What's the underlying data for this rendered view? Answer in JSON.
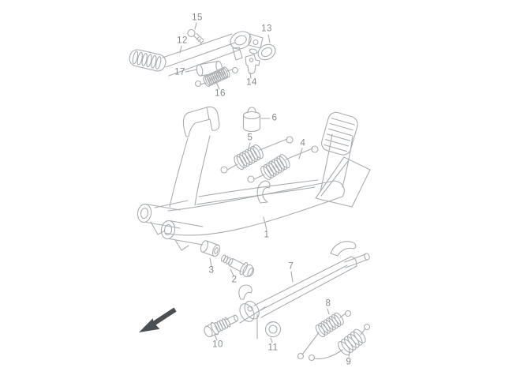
{
  "figure": {
    "colors": {
      "background": "#ffffff",
      "line": "#a9adb0",
      "label": "#85898c",
      "arrow": "#4b4f52"
    }
  },
  "callouts": [
    {
      "label": "1"
    },
    {
      "label": "2"
    },
    {
      "label": "3"
    },
    {
      "label": "4"
    },
    {
      "label": "5"
    },
    {
      "label": "6"
    },
    {
      "label": "7"
    },
    {
      "label": "8"
    },
    {
      "label": "9"
    },
    {
      "label": "10"
    },
    {
      "label": "11"
    },
    {
      "label": "12"
    },
    {
      "label": "13"
    },
    {
      "label": "14"
    },
    {
      "label": "15"
    },
    {
      "label": "16"
    },
    {
      "label": "17"
    }
  ]
}
